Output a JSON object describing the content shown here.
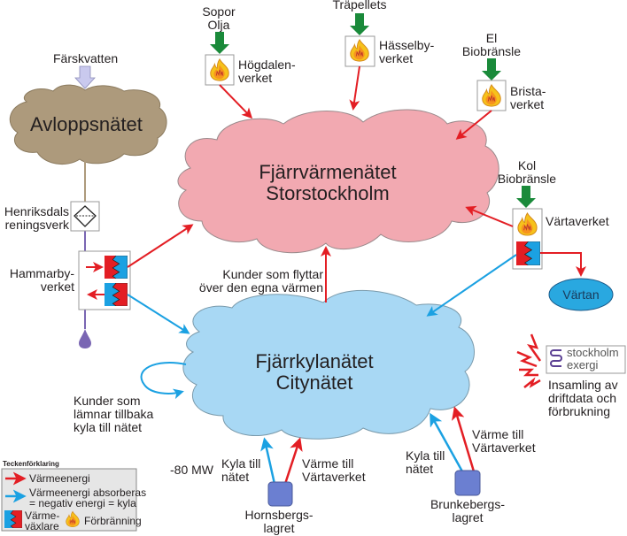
{
  "colors": {
    "heat_arrow": "#e31e24",
    "cold_arrow": "#1ba1e2",
    "fuel_arrow": "#1a8a3a",
    "freshwater_arrow": "#c9c9ee",
    "sewer_cloud": "#ad9a7c",
    "district_heating_cloud": "#f2a9b1",
    "district_cooling_cloud": "#a8d8f4",
    "vartan_fill": "#29a8e0",
    "storage_fill": "#6b7fd1",
    "pipe_purple": "#7a66b3",
    "legend_bg": "#e6e6e6"
  },
  "sewer": {
    "input_label": "Färskvatten",
    "cloud_label": "Avloppsnätet",
    "treatment_plant": [
      "Henriksdals",
      "reningsverk"
    ],
    "plant_label": [
      "Hammarby-",
      "verket"
    ]
  },
  "heating_network": {
    "label": [
      "Fjärrvärmenätet",
      "Storstockholm"
    ]
  },
  "cooling_network": {
    "label": [
      "Fjärrkylanätet",
      "Citynätet"
    ]
  },
  "plants": [
    {
      "fuel": [
        "Sopor",
        "Olja"
      ],
      "name": [
        "Högdalen-",
        "verket"
      ]
    },
    {
      "fuel": [
        "Träpellets"
      ],
      "name": [
        "Hässelby-",
        "verket"
      ]
    },
    {
      "fuel": [
        "El",
        "Biobränsle"
      ],
      "name": [
        "Brista-",
        "verket"
      ]
    },
    {
      "fuel": [
        "Kol",
        "Biobränsle"
      ],
      "name": [
        "Värtaverket"
      ]
    }
  ],
  "vartan": "Värtan",
  "customers_moving_heat": [
    "Kunder som flyttar",
    "över den egna värmen"
  ],
  "customers_return_cold": [
    "Kunder som",
    "lämnar tillbaka",
    "kyla till nätet"
  ],
  "data_collection": {
    "logo_line1": "stockholm",
    "logo_line2": "exergi",
    "caption": [
      "Insamling av",
      "driftdata och",
      "förbrukning"
    ]
  },
  "storages": [
    {
      "name": [
        "Hornsbergs-",
        "lagret"
      ],
      "cold_label": [
        "Kyla till",
        "nätet"
      ],
      "heat_label": [
        "Värme till",
        "Värtaverket"
      ],
      "capacity": "-80 MW"
    },
    {
      "name": [
        "Brunkebergs-",
        "lagret"
      ],
      "cold_label": [
        "Kyla till",
        "nätet"
      ],
      "heat_label": [
        "Värme till",
        "Värtaverket"
      ]
    }
  ],
  "legend": {
    "title": "Teckenförklaring",
    "heat": "Värmeenergi",
    "cold": [
      "Värmeenergi absorberas",
      "= negativ energi = kyla"
    ],
    "exchanger": [
      "Värme-",
      "växlare"
    ],
    "combustion": "Förbränning"
  }
}
